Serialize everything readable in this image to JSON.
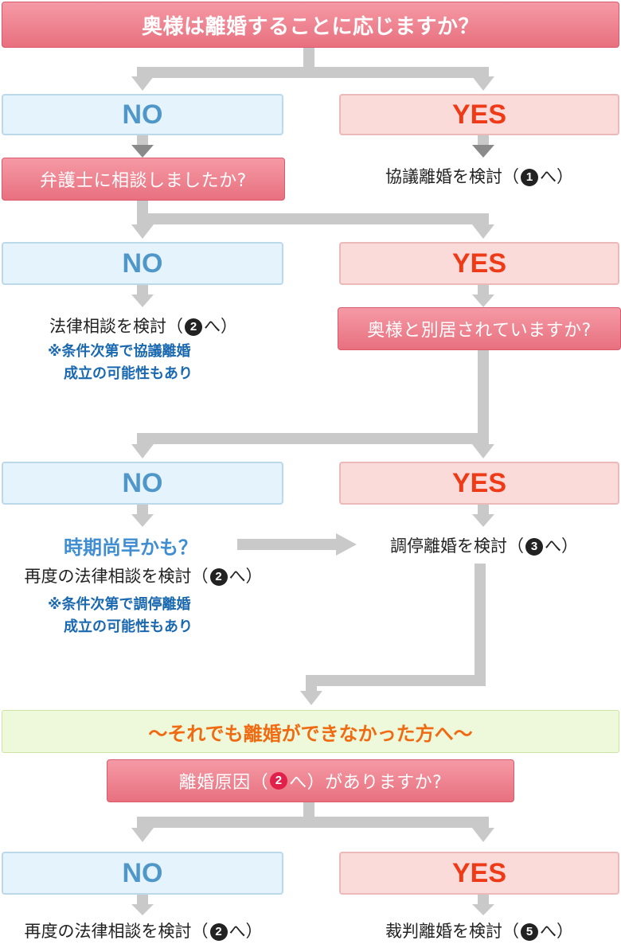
{
  "main_question": "奥様は離婚することに応じますか？",
  "no_label": "NO",
  "yes_label": "YES",
  "q_lawyer": "弁護士に相談しましたか?",
  "q_separated": "奥様と別居されていますか?",
  "r_kyogi": {
    "pre": "協議離婚を検討（",
    "num": "1",
    "post": "へ）"
  },
  "r_legal": {
    "pre": "法律相談を検討（",
    "num": "2",
    "post": "へ）"
  },
  "note1": {
    "line1": "※条件次第で協議離婚",
    "line2": "成立の可能性もあり"
  },
  "early": "時期尚早かも？",
  "r_legal_again": {
    "pre": "再度の法律相談を検討（",
    "num": "2",
    "post": "へ）"
  },
  "note2": {
    "line1": "※条件次第で調停離婚",
    "line2": "成立の可能性もあり"
  },
  "r_chotei": {
    "pre": "調停離婚を検討（",
    "num": "3",
    "post": "へ）"
  },
  "band": "～それでも離婚ができなかった方へ～",
  "q_cause": {
    "pre": "離婚原因（",
    "num": "2",
    "post": "へ）がありますか?"
  },
  "r_legal_again2": {
    "pre": "再度の法律相談を検討（",
    "num": "2",
    "post": "へ）"
  },
  "r_saiban": {
    "pre": "裁判離婚を検討（",
    "num": "5",
    "post": "へ）"
  },
  "colors": {
    "connector": "#c9c9c9",
    "question": "#ec7b8a",
    "no": "#4f97c9",
    "yes": "#ee3a16",
    "band_text": "#f06a12"
  }
}
